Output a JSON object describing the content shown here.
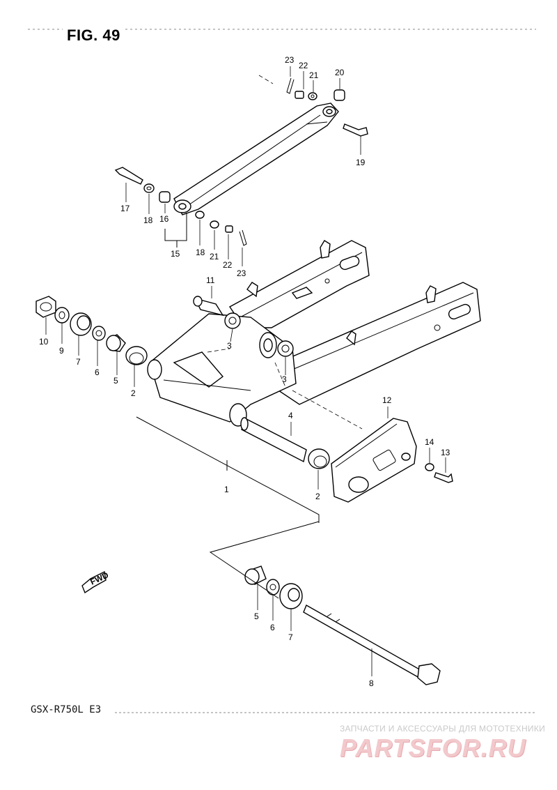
{
  "figure": {
    "title": "FIG. 49",
    "model": "GSX-R750L  E3"
  },
  "watermark": {
    "caption": "ЗАПЧАСТИ И АКСЕССУАРЫ ДЛЯ МОТОТЕХНИКИ",
    "logo": "PARTSFOR.RU"
  },
  "fwd_label": "FWD",
  "parts": [
    {
      "id": "p1",
      "number": "1"
    },
    {
      "id": "p2a",
      "number": "2"
    },
    {
      "id": "p2b",
      "number": "2"
    },
    {
      "id": "p3a",
      "number": "3"
    },
    {
      "id": "p3b",
      "number": "3"
    },
    {
      "id": "p4",
      "number": "4"
    },
    {
      "id": "p5a",
      "number": "5"
    },
    {
      "id": "p5b",
      "number": "5"
    },
    {
      "id": "p6a",
      "number": "6"
    },
    {
      "id": "p6b",
      "number": "6"
    },
    {
      "id": "p7a",
      "number": "7"
    },
    {
      "id": "p7b",
      "number": "7"
    },
    {
      "id": "p8",
      "number": "8"
    },
    {
      "id": "p9",
      "number": "9"
    },
    {
      "id": "p10",
      "number": "10"
    },
    {
      "id": "p11",
      "number": "11"
    },
    {
      "id": "p12",
      "number": "12"
    },
    {
      "id": "p13",
      "number": "13"
    },
    {
      "id": "p14",
      "number": "14"
    },
    {
      "id": "p15",
      "number": "15"
    },
    {
      "id": "p16",
      "number": "16"
    },
    {
      "id": "p17",
      "number": "17"
    },
    {
      "id": "p18a",
      "number": "18"
    },
    {
      "id": "p18b",
      "number": "18"
    },
    {
      "id": "p19",
      "number": "19"
    },
    {
      "id": "p20",
      "number": "20"
    },
    {
      "id": "p21a",
      "number": "21"
    },
    {
      "id": "p21b",
      "number": "21"
    },
    {
      "id": "p22a",
      "number": "22"
    },
    {
      "id": "p22b",
      "number": "22"
    },
    {
      "id": "p23a",
      "number": "23"
    },
    {
      "id": "p23b",
      "number": "23"
    }
  ]
}
